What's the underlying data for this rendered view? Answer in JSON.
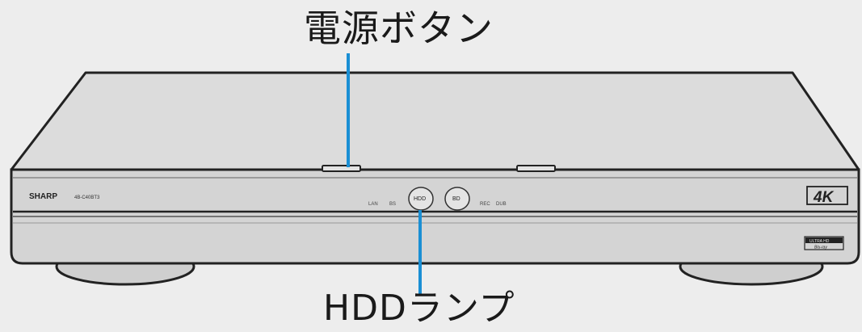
{
  "callouts": {
    "power_button": "電源ボタン",
    "hdd_lamp": "HDDランプ"
  },
  "device": {
    "brand": "SHARP",
    "model_badge": "4B-C40BT3",
    "resolution_badge": "4K",
    "format_logo_line1": "ULTRA HD",
    "format_logo_line2": "Blu-ray",
    "indicators": [
      {
        "label": "LAN"
      },
      {
        "label": "BS"
      },
      {
        "label": "HDD"
      },
      {
        "label": "BD"
      },
      {
        "label": "REC"
      },
      {
        "label": "DUB"
      }
    ]
  },
  "colors": {
    "background": "#ededed",
    "callout_line": "#1a8fd4",
    "outline": "#222222",
    "body_fill": "#d2d2d2",
    "top_fill": "#dcdcdc"
  }
}
